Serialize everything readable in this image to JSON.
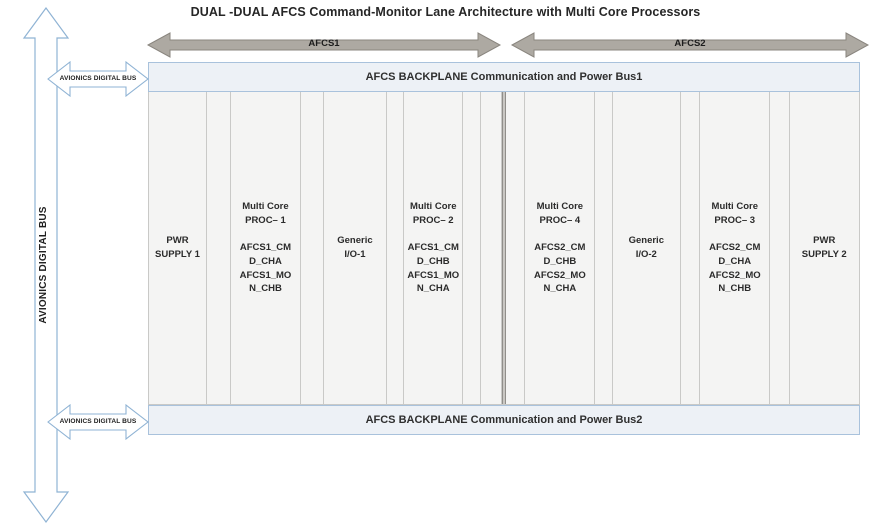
{
  "title": "DUAL -DUAL AFCS Command-Monitor Lane Architecture with Multi Core Processors",
  "colors": {
    "bus_bar_fill": "#edf1f6",
    "bus_bar_border": "#a9c2dc",
    "blue_arrow_outline": "#8fb3d4",
    "gray_arrow_fill": "#ada9a2",
    "gray_arrow_border": "#8a867f",
    "chassis_fill": "#f2f2f1",
    "slot_line": "#c9c9c7"
  },
  "arrows": {
    "afcs1_label": "AFCS1",
    "afcs2_label": "AFCS2",
    "vertical_bus_label": "AVIONICS DIGITAL BUS",
    "top_link_label": "AVIONICS DIGITAL BUS",
    "bottom_link_label": "AVIONICS DIGITAL BUS"
  },
  "backplane": {
    "bus1_label": "AFCS BACKPLANE Communication and Power Bus1",
    "bus2_label": "AFCS BACKPLANE Communication and Power Bus2"
  },
  "chassis": {
    "slots": [
      {
        "type": "card",
        "id": "pwr-supply-1",
        "label": "PWR\nSUPPLY 1",
        "width": 57
      },
      {
        "type": "spacer",
        "id": "spacer-1",
        "label": "",
        "width": 24
      },
      {
        "type": "card",
        "id": "proc-1",
        "label": "Multi Core\nPROC– 1\n\nAFCS1_CM\nD_CHA\nAFCS1_MO\nN_CHB",
        "width": 68
      },
      {
        "type": "spacer",
        "id": "spacer-2",
        "label": "",
        "width": 23
      },
      {
        "type": "card",
        "id": "generic-io-1",
        "label": "Generic\nI/O-1",
        "width": 62
      },
      {
        "type": "spacer",
        "id": "spacer-3",
        "label": "",
        "width": 17
      },
      {
        "type": "card",
        "id": "proc-2",
        "label": "Multi Core\nPROC– 2\n\nAFCS1_CM\nD_CHB\nAFCS1_MO\nN_CHA",
        "width": 58
      },
      {
        "type": "spacer",
        "id": "spacer-4",
        "label": "",
        "width": 17
      },
      {
        "type": "spacer",
        "id": "spacer-5",
        "label": "",
        "width": 21
      },
      {
        "type": "divider",
        "id": "lane-divider",
        "label": "",
        "width": 4
      },
      {
        "type": "spacer",
        "id": "spacer-6",
        "label": "",
        "width": 19
      },
      {
        "type": "card",
        "id": "proc-4",
        "label": "Multi Core\nPROC– 4\n\nAFCS2_CM\nD_CHB\nAFCS2_MO\nN_CHA",
        "width": 69
      },
      {
        "type": "spacer",
        "id": "spacer-7",
        "label": "",
        "width": 17
      },
      {
        "type": "card",
        "id": "generic-io-2",
        "label": "Generic\nI/O-2",
        "width": 67
      },
      {
        "type": "spacer",
        "id": "spacer-8",
        "label": "",
        "width": 19
      },
      {
        "type": "card",
        "id": "proc-3",
        "label": "Multi Core\nPROC– 3\n\nAFCS2_CM\nD_CHA\nAFCS2_MO\nN_CHB",
        "width": 69
      },
      {
        "type": "spacer",
        "id": "spacer-9",
        "label": "",
        "width": 19
      },
      {
        "type": "card",
        "id": "pwr-supply-2",
        "label": "PWR\nSUPPLY 2",
        "width": 68
      }
    ]
  }
}
